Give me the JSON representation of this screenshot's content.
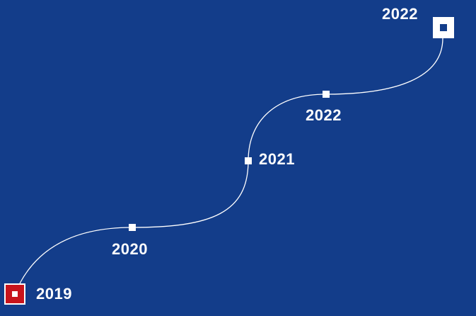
{
  "timeline": {
    "colors": {
      "background": "#133d8a",
      "line": "#ffffff",
      "start_marker": "#c8141c",
      "end_marker": "#ffffff"
    },
    "milestones": [
      {
        "label": "2019"
      },
      {
        "label": "2020"
      },
      {
        "label": "2021"
      },
      {
        "label": "2022"
      },
      {
        "label": "2022"
      }
    ]
  }
}
